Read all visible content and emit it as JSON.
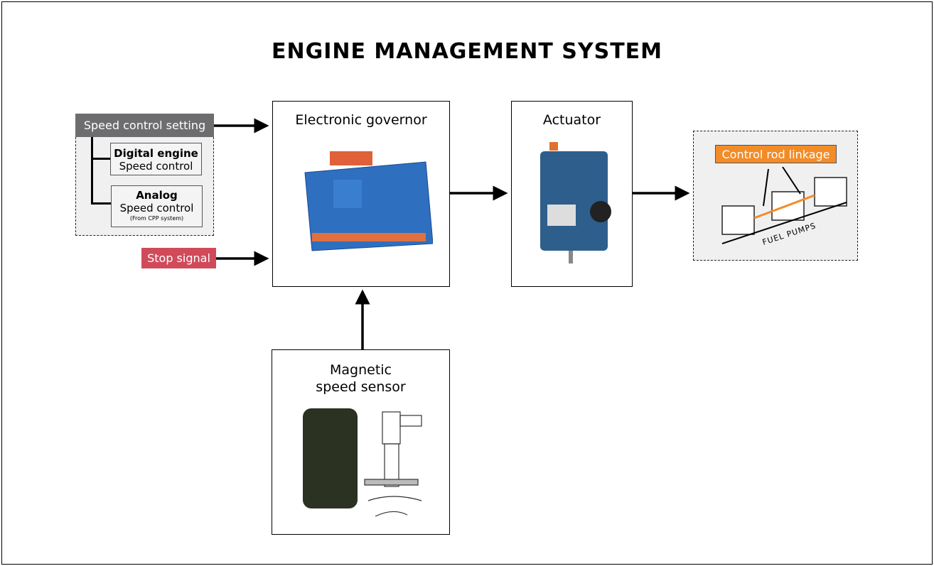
{
  "title": "ENGINE MANAGEMENT SYSTEM",
  "speed_setting": {
    "label": "Speed control setting",
    "digital": {
      "line1": "Digital engine",
      "line2": "Speed control"
    },
    "analog": {
      "line1": "Analog",
      "line2": "Speed control",
      "note": "(From CPP system)"
    }
  },
  "stop_signal": "Stop signal",
  "governor": "Electronic governor",
  "actuator": "Actuator",
  "sensor": {
    "line1": "Magnetic",
    "line2": "speed sensor"
  },
  "fuel": {
    "linkage": "Control rod linkage",
    "pumps": "FUEL PUMPS"
  },
  "colors": {
    "setting": "#6d6d6f",
    "stop": "#d04a5a",
    "linkage": "#f28c28",
    "governor": "#2f6fc0",
    "actuator": "#2d5e8c"
  }
}
